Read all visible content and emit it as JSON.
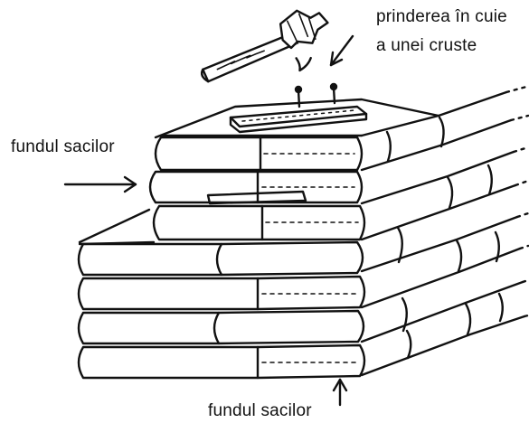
{
  "labels": {
    "nail_line1": "prinderea în cuie",
    "nail_line2": "a unei cruste",
    "bag_bottom_left": "fundul sacilor",
    "bag_bottom_lower": "fundul sacilor"
  },
  "colors": {
    "ink": "#111111",
    "paper": "#ffffff"
  },
  "icons": [
    "hammer-icon",
    "nail-icon",
    "arrow-icon"
  ]
}
